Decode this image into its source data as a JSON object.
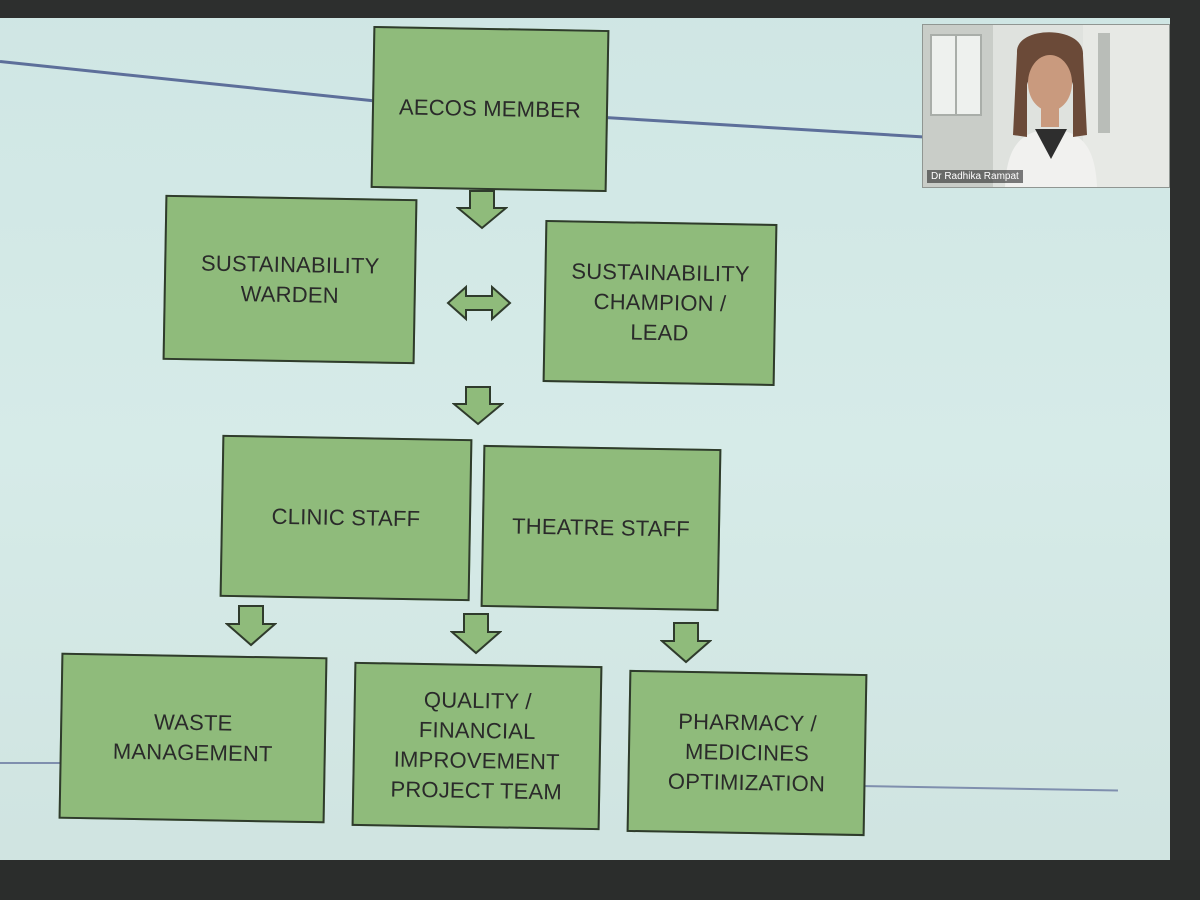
{
  "diagram": {
    "boxes": {
      "aecos": "AECOS MEMBER",
      "warden": "SUSTAINABILITY\nWARDEN",
      "champion": "SUSTAINABILITY\nCHAMPION /\nLEAD",
      "clinic": "CLINIC STAFF",
      "theatre": "THEATRE STAFF",
      "waste": "WASTE\nMANAGEMENT",
      "quality": "QUALITY /\nFINANCIAL\nIMPROVEMENT\nPROJECT TEAM",
      "pharmacy": "PHARMACY /\nMEDICINES\nOPTIMIZATION"
    }
  },
  "webcam": {
    "participant_name": "Dr Radhika Rampat"
  },
  "colors": {
    "box_fill": "#8fbb7b",
    "box_border": "#2f3b2c",
    "slide_bg": "#d3e9e6",
    "rule": "#5d6f9a"
  }
}
